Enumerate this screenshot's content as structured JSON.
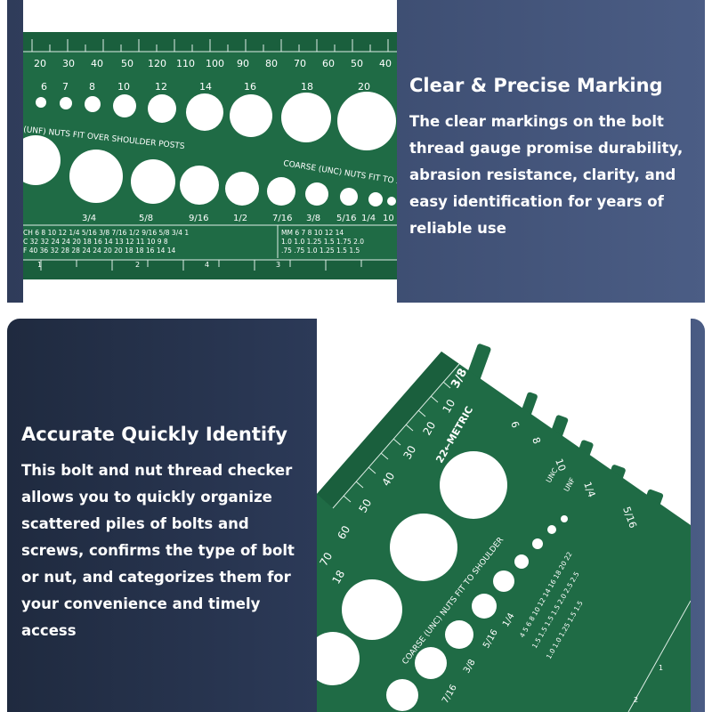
{
  "top": {
    "title": "Clear & Precise Marking",
    "body": "The clear markings on the bolt\nthread gauge promise durability,\nabrasion resistance, clarity, and\neasy identification for years of\nreliable use",
    "gauge": {
      "top_numbers": [
        "20",
        "30",
        "40",
        "50",
        "120",
        "110",
        "100",
        "90",
        "80",
        "70",
        "60",
        "50",
        "40"
      ],
      "hole_numbers": [
        "6",
        "7",
        "8",
        "10",
        "12",
        "14",
        "16",
        "18",
        "20"
      ],
      "unf_label": "(UNF)  NUTS FIT OVER SHOULDER POSTS",
      "coarse_label": "COARSE (UNC) NUTS FIT TO S",
      "fraction_labels": [
        "3/4",
        "5/8",
        "9/16",
        "1/2",
        "7/16",
        "3/8",
        "5/16",
        "1/4",
        "10"
      ],
      "table_rows": [
        "CH 6   8   10  12  1/4 5/16 3/8 7/16 1/2 9/16 5/8 3/4  1",
        "C 32  32  24  24  20  18  16  14  13  12  11  10  9   8",
        "F 40  36  32  28  28  24  24  20  20  18  18  16  14  14"
      ],
      "mm_rows": [
        "MM  6   7   8   10  12  14",
        "1.0 1.0 1.25 1.5 1.75 2.0",
        ".75 .75 1.0 1.25 1.5 1.5"
      ],
      "ruler_numbers": [
        "2",
        "1",
        "4",
        "3"
      ]
    }
  },
  "bottom": {
    "title": "Accurate Quickly Identify",
    "body": "This bolt and nut thread checker\nallows you to quickly organize\nscattered piles of bolts and\nscrews, confirms the type of bolt\nor nut, and categorizes them for\nyour convenience and timely\naccess",
    "gauge": {
      "corner_label": "3/8",
      "side_numbers": [
        "10",
        "20",
        "30",
        "40",
        "50",
        "60",
        "70"
      ],
      "metric_label": "22←METRIC",
      "hole_label": "18",
      "post_numbers": [
        "6",
        "8",
        "10",
        "1/4",
        "5/16"
      ],
      "unc_label": "UNC",
      "unf_label": "UNF",
      "coarse_label": "COARSE (UNC) NUTS FIT TO SHOULDER",
      "fraction_labels": [
        "1/4",
        "5/16",
        "3/8",
        "7/16"
      ],
      "metric_cols": [
        "4 5 6 8 10 12 14 16 18 20 22",
        "1.5 1.5 1.5 1.5 2.0 2.5 2.5",
        "1.0 1.0 1.25 1.5 1.5"
      ],
      "ruler_numbers": [
        "1",
        "2"
      ]
    }
  }
}
